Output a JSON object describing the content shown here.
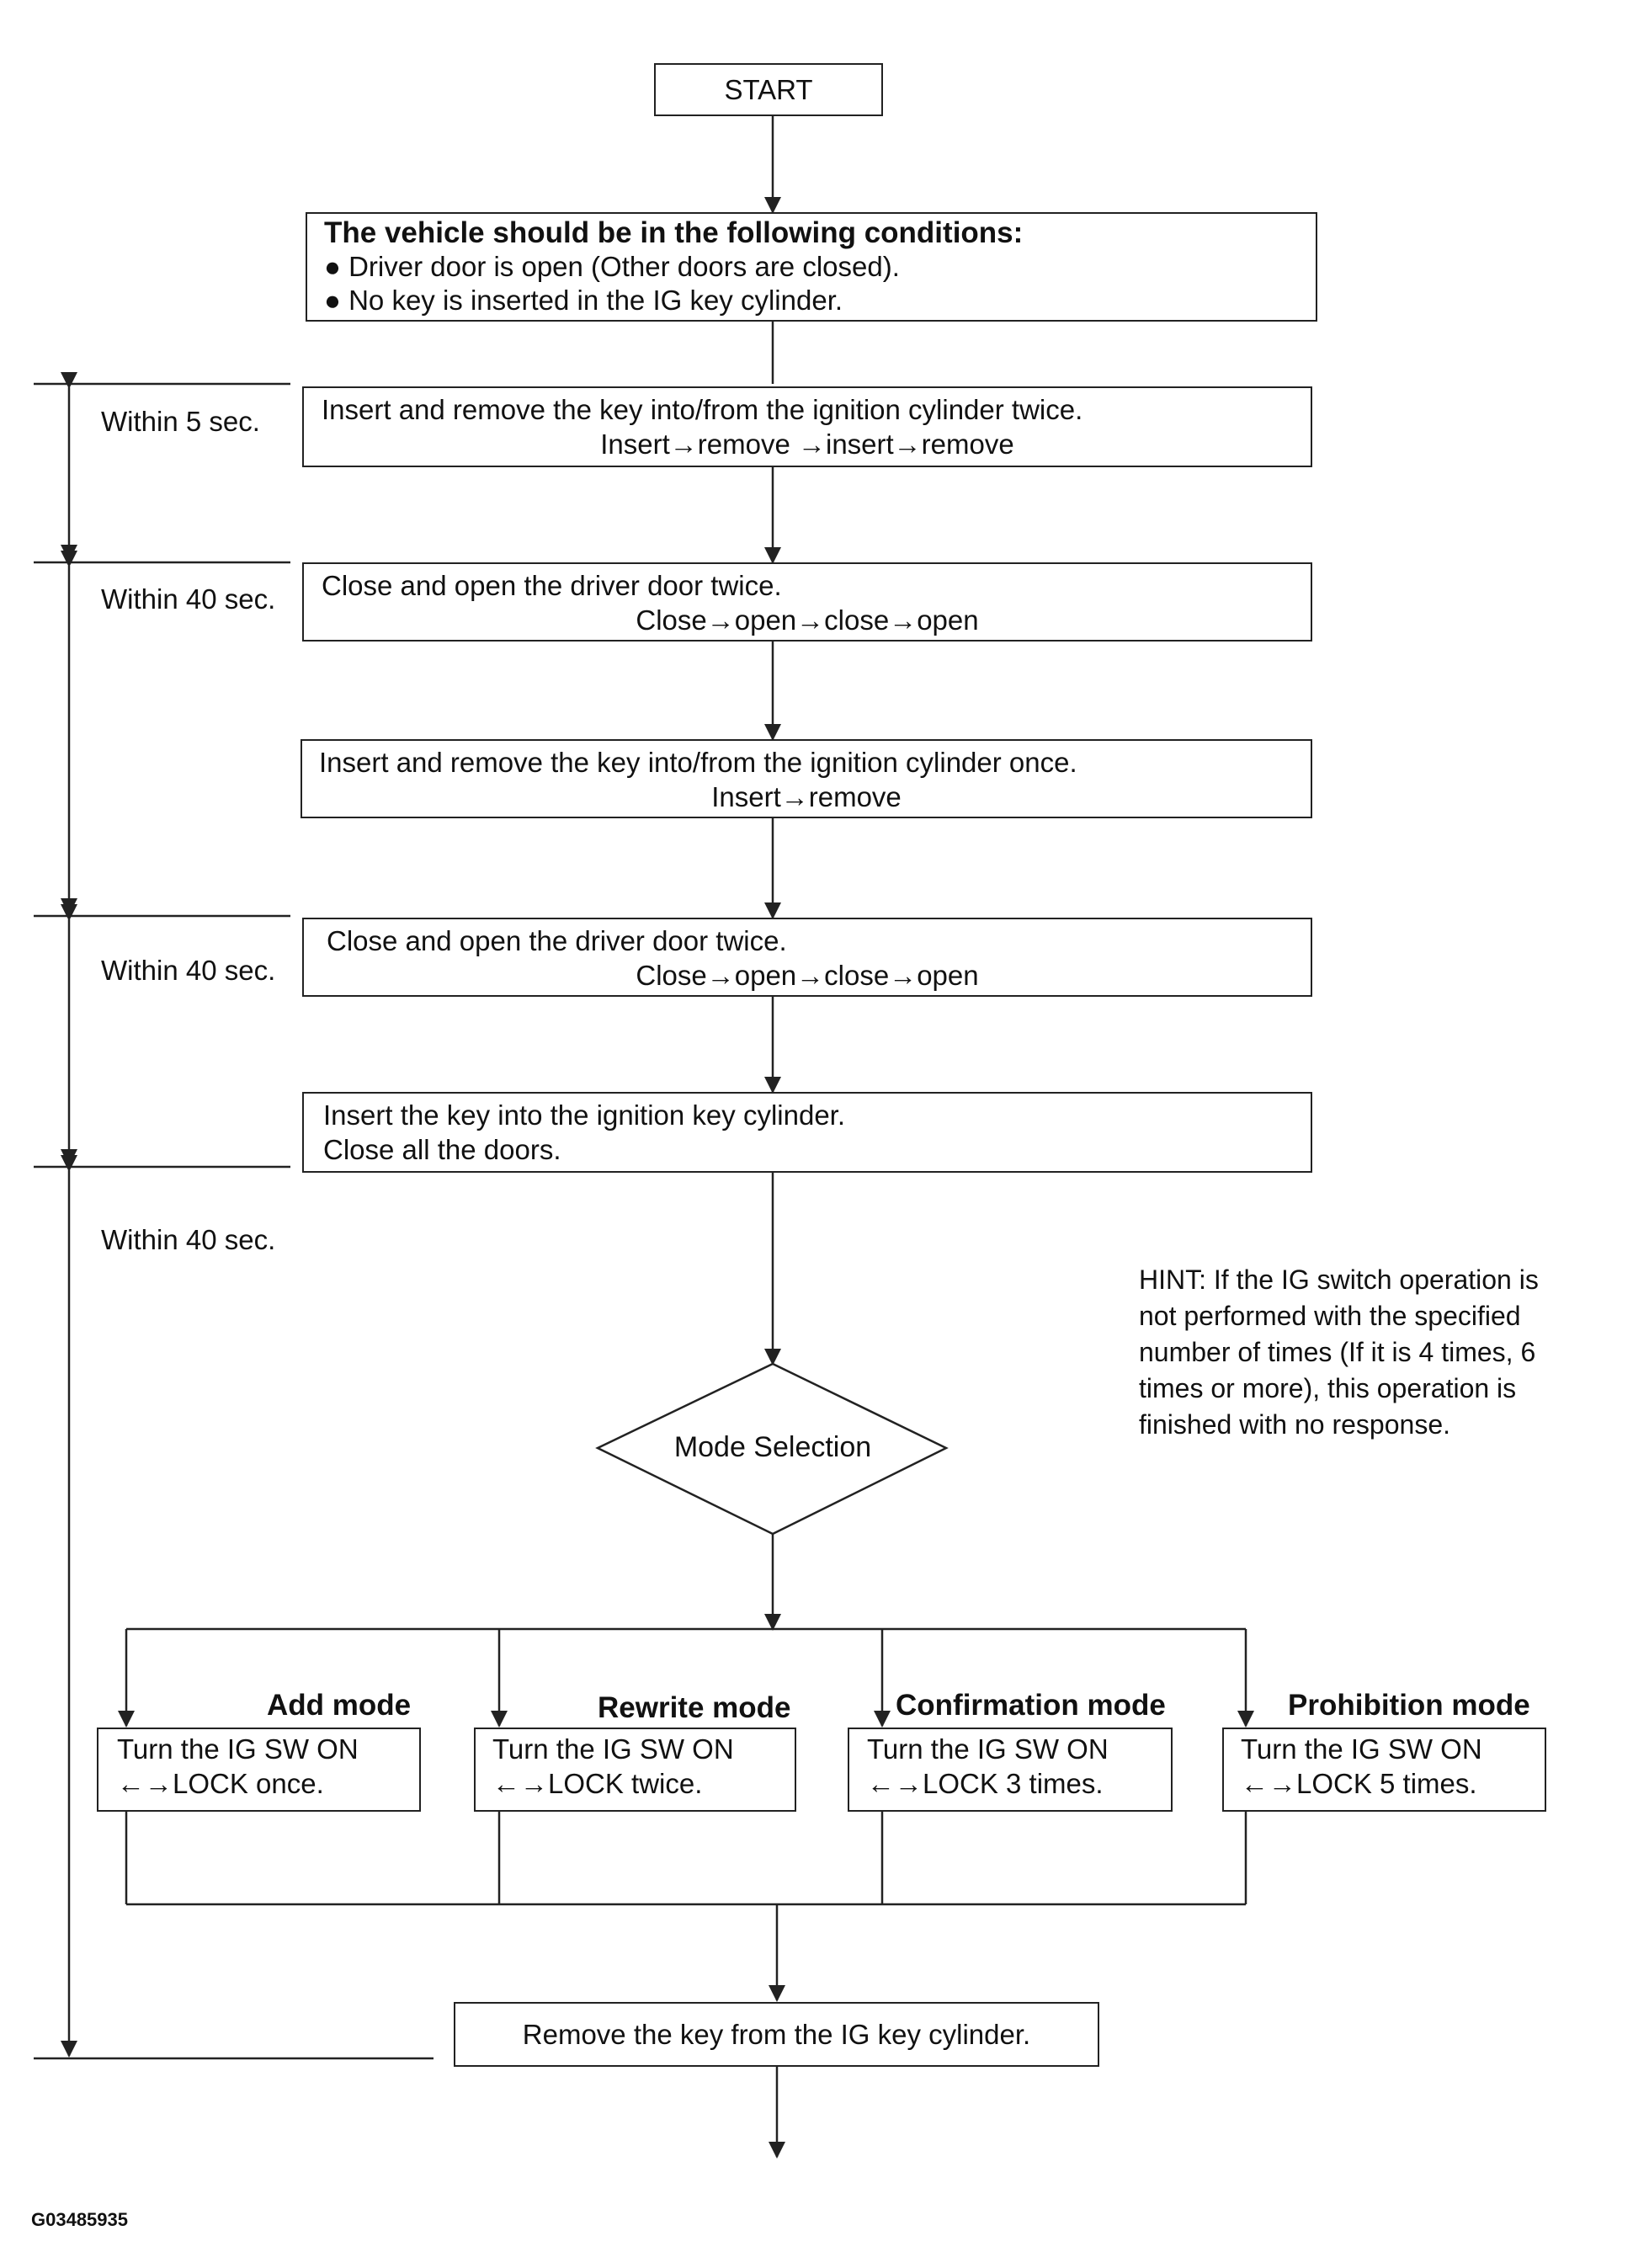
{
  "start": "START",
  "conditions": {
    "heading": "The vehicle should be in the following conditions:",
    "items": [
      "● Driver door is open (Other doors are closed).",
      "● No key is inserted in the IG key cylinder."
    ]
  },
  "steps": [
    {
      "line1": "Insert and remove the key into/from the ignition cylinder twice.",
      "line2": "Insert→remove →insert→remove"
    },
    {
      "line1": "Close and open the driver door twice.",
      "line2": "Close→open→close→open"
    },
    {
      "line1": "Insert and remove the key into/from the ignition cylinder once.",
      "line2": "Insert→remove"
    },
    {
      "line1": "Close and open the driver door twice.",
      "line2": "Close→open→close→open"
    },
    {
      "line1": "Insert the key into the ignition key cylinder.",
      "line2": "Close all the doors."
    }
  ],
  "timers": [
    "Within 5 sec.",
    "Within 40 sec.",
    "Within 40 sec.",
    "Within 40 sec."
  ],
  "decision": "Mode Selection",
  "hint": [
    "HINT: If the IG switch operation is",
    "not performed with the specified",
    "number of times (If it is 4 times, 6",
    "times or more), this operation is",
    "finished with no response."
  ],
  "modes": [
    {
      "title": "Add mode",
      "line1": "Turn the IG SW ON",
      "line2": "←→LOCK once."
    },
    {
      "title": "Rewrite mode",
      "line1": "Turn the IG SW ON",
      "line2": "←→LOCK twice."
    },
    {
      "title": "Confirmation mode",
      "line1": "Turn the IG SW ON",
      "line2": "←→LOCK 3 times."
    },
    {
      "title": "Prohibition mode",
      "line1": "Turn the IG SW ON",
      "line2": "←→LOCK 5 times."
    }
  ],
  "final": "Remove the key from the IG key cylinder.",
  "figure_id": "G03485935"
}
